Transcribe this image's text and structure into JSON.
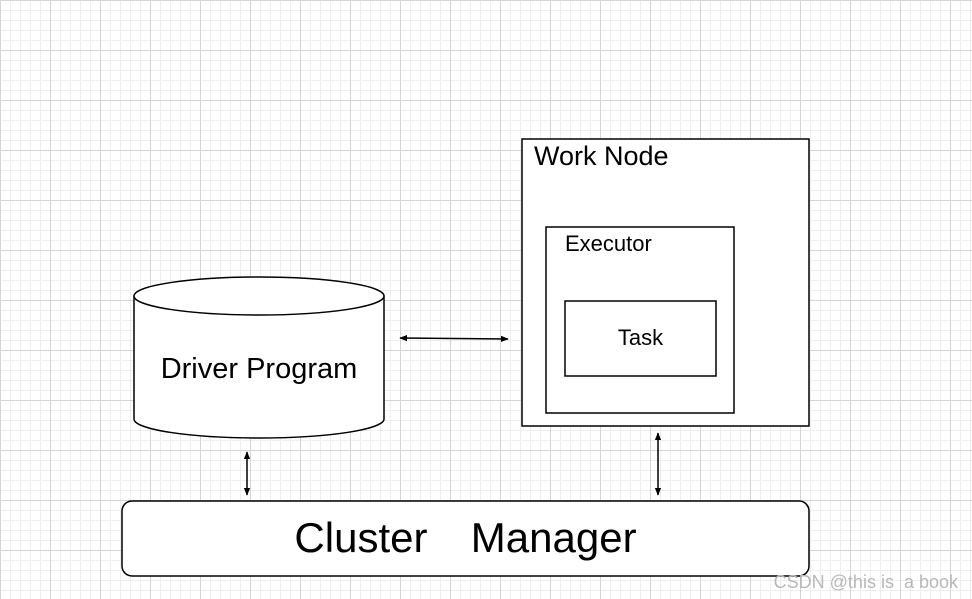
{
  "nodes": {
    "work_node": "Work Node",
    "executor": "Executor",
    "task": "Task",
    "driver_program": "Driver Program",
    "cluster_manager": "Cluster  Manager"
  },
  "watermark": "CSDN @this is  a book",
  "colors": {
    "stroke": "#000000",
    "grid_major": "#d4d4d4",
    "grid_minor": "#eeeeee",
    "watermark": "#b8b8b8"
  }
}
